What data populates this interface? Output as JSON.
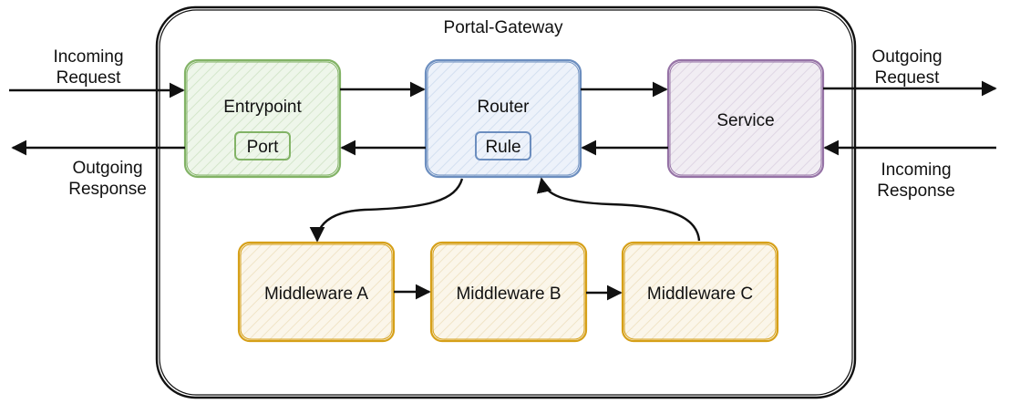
{
  "title": "Portal-Gateway",
  "nodes": {
    "entrypoint": {
      "label": "Entrypoint",
      "sub": "Port"
    },
    "router": {
      "label": "Router",
      "sub": "Rule"
    },
    "service": {
      "label": "Service"
    },
    "middleware_a": {
      "label": "Middleware A"
    },
    "middleware_b": {
      "label": "Middleware B"
    },
    "middleware_c": {
      "label": "Middleware C"
    }
  },
  "external": {
    "incoming_request": [
      "Incoming",
      "Request"
    ],
    "outgoing_response": [
      "Outgoing",
      "Response"
    ],
    "outgoing_request": [
      "Outgoing",
      "Request"
    ],
    "incoming_response": [
      "Incoming",
      "Response"
    ]
  },
  "colors": {
    "entrypoint": "#82b366",
    "entrypoint_fill": "#eef6ea",
    "router": "#6c8ebf",
    "router_fill": "#edf2fa",
    "service": "#9673a6",
    "service_fill": "#f1edf3",
    "middleware": "#d6a019",
    "middleware_fill": "#fbf6ea"
  }
}
